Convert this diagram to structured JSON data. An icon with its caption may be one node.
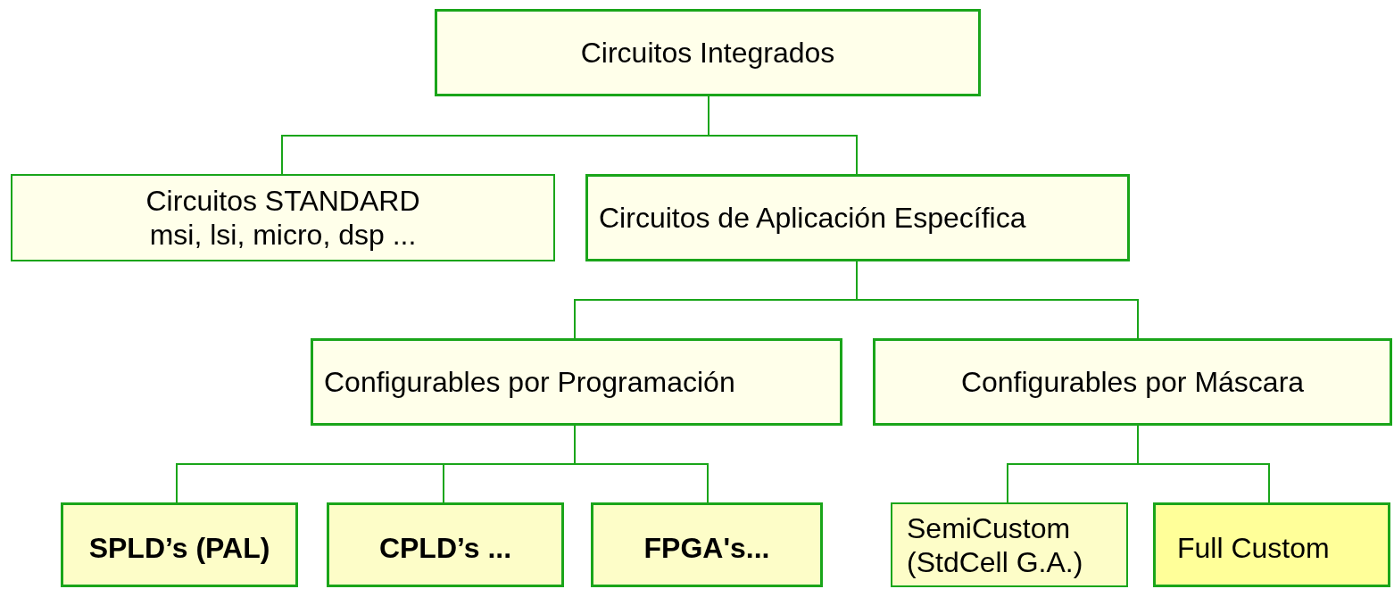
{
  "diagram": {
    "nodes": [
      {
        "text": [
          "Circuitos Integrados"
        ]
      },
      {
        "text": [
          "Circuitos STANDARD",
          "msi, lsi, micro, dsp ..."
        ]
      },
      {
        "text": [
          "Circuitos de Aplicación Específica"
        ]
      },
      {
        "text": [
          "Configurables por Programación"
        ]
      },
      {
        "text": [
          "Configurables por Máscara"
        ]
      },
      {
        "text": [
          "SPLD’s (PAL)"
        ]
      },
      {
        "text": [
          "CPLD’s ..."
        ]
      },
      {
        "text": [
          "FPGA's..."
        ]
      },
      {
        "text": [
          "SemiCustom (StdCell G.A.)"
        ]
      },
      {
        "text": [
          "Full Custom"
        ]
      }
    ],
    "edges": [
      {
        "from": 0,
        "to": 1,
        "arrow": "none"
      },
      {
        "from": 0,
        "to": 2,
        "arrow": "none"
      },
      {
        "from": 2,
        "to": 3,
        "arrow": "none"
      },
      {
        "from": 2,
        "to": 4,
        "arrow": "none"
      },
      {
        "from": 3,
        "to": 5,
        "arrow": "none"
      },
      {
        "from": 3,
        "to": 6,
        "arrow": "none"
      },
      {
        "from": 3,
        "to": 7,
        "arrow": "none"
      },
      {
        "from": 4,
        "to": 8,
        "arrow": "none"
      },
      {
        "from": 4,
        "to": 9,
        "arrow": "none"
      }
    ]
  }
}
